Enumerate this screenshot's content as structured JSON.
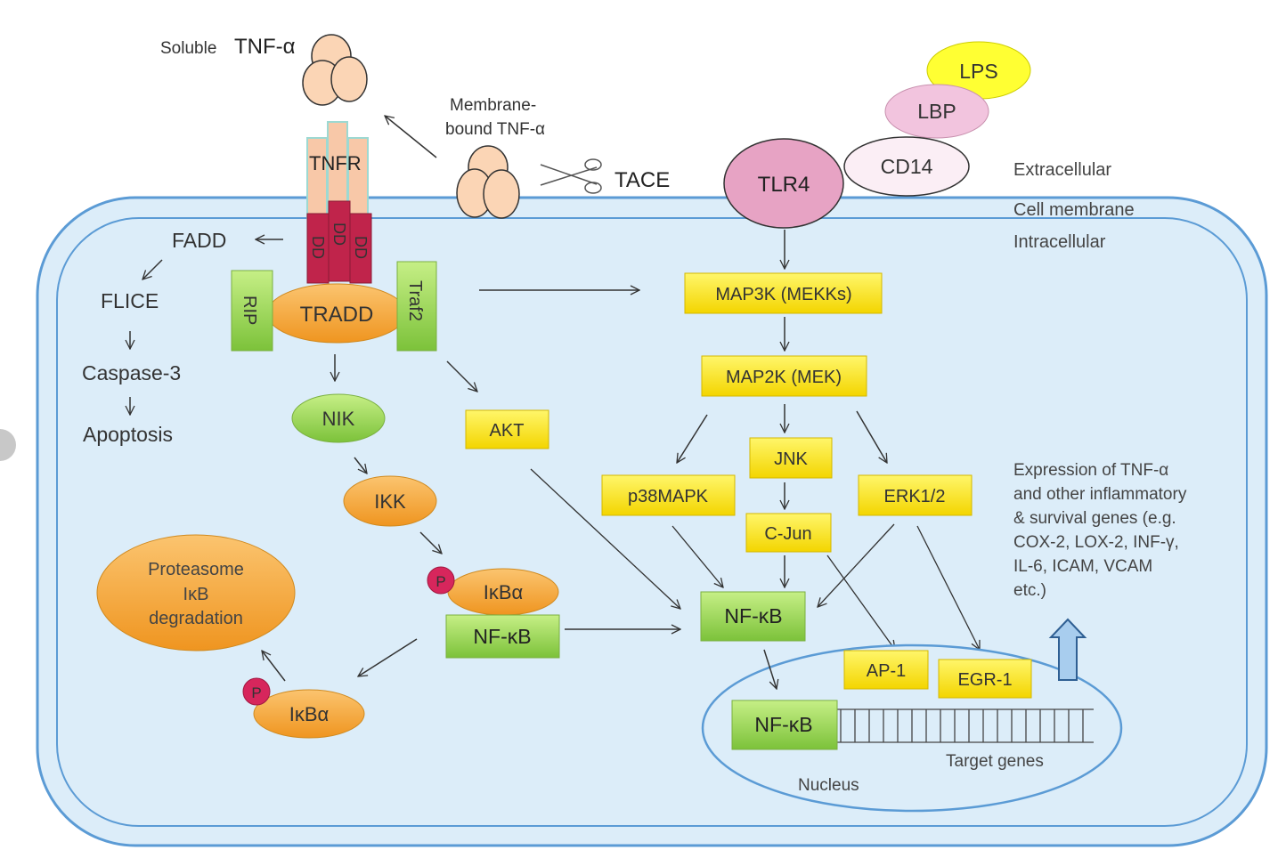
{
  "tnf": {
    "soluble_prefix": "Soluble",
    "soluble_name": "TNF-α",
    "membrane_line1": "Membrane-",
    "membrane_line2": "bound TNF-α",
    "tace": "TACE",
    "tnfr": "TNFR",
    "dd": "DD"
  },
  "receptor_complex": {
    "rip": "RIP",
    "tradd": "TRADD",
    "traf2": "Traf2"
  },
  "apoptosis": {
    "fadd": "FADD",
    "flice": "FLICE",
    "caspase3": "Caspase-3",
    "apoptosis": "Apoptosis"
  },
  "nfkb_pathway": {
    "nik": "NIK",
    "ikk": "IKK",
    "akt": "AKT",
    "p": "P",
    "ikba": "IκBα",
    "nfkb": "NF-κB",
    "proteasome_line1": "Proteasome",
    "proteasome_line2": "IκB",
    "proteasome_line3": "degradation"
  },
  "tlr": {
    "lps": "LPS",
    "lbp": "LBP",
    "cd14": "CD14",
    "tlr4": "TLR4"
  },
  "regions": {
    "extracellular": "Extracellular",
    "cell_membrane": "Cell membrane",
    "intracellular": "Intracellular",
    "nucleus": "Nucleus",
    "target_genes": "Target genes"
  },
  "mapk": {
    "map3k": "MAP3K (MEKKs)",
    "map2k": "MAP2K (MEK)",
    "p38": "p38MAPK",
    "jnk": "JNK",
    "erk": "ERK1/2",
    "cjun": "C-Jun",
    "ap1": "AP-1",
    "egr1": "EGR-1"
  },
  "expression": {
    "lines": [
      "Expression of TNF-α",
      "and other inflammatory",
      "& survival genes (e.g.",
      "COX-2, LOX-2, INF-γ,",
      "IL-6, ICAM, VCAM",
      "etc.)"
    ]
  },
  "colors": {
    "cell_fill": "#dcedf9",
    "membrane": "#5b9bd5",
    "yellow_box": "#fff200",
    "green_box": "#92d050",
    "orange_oval": "#f6a531",
    "tnf_subunit": "#fbd5b5",
    "tlr4": "#e7a3c4",
    "lps": "#ffff33",
    "lbp": "#f2c4de",
    "phospho": "#d7265c",
    "dd_red": "#c0244b"
  }
}
